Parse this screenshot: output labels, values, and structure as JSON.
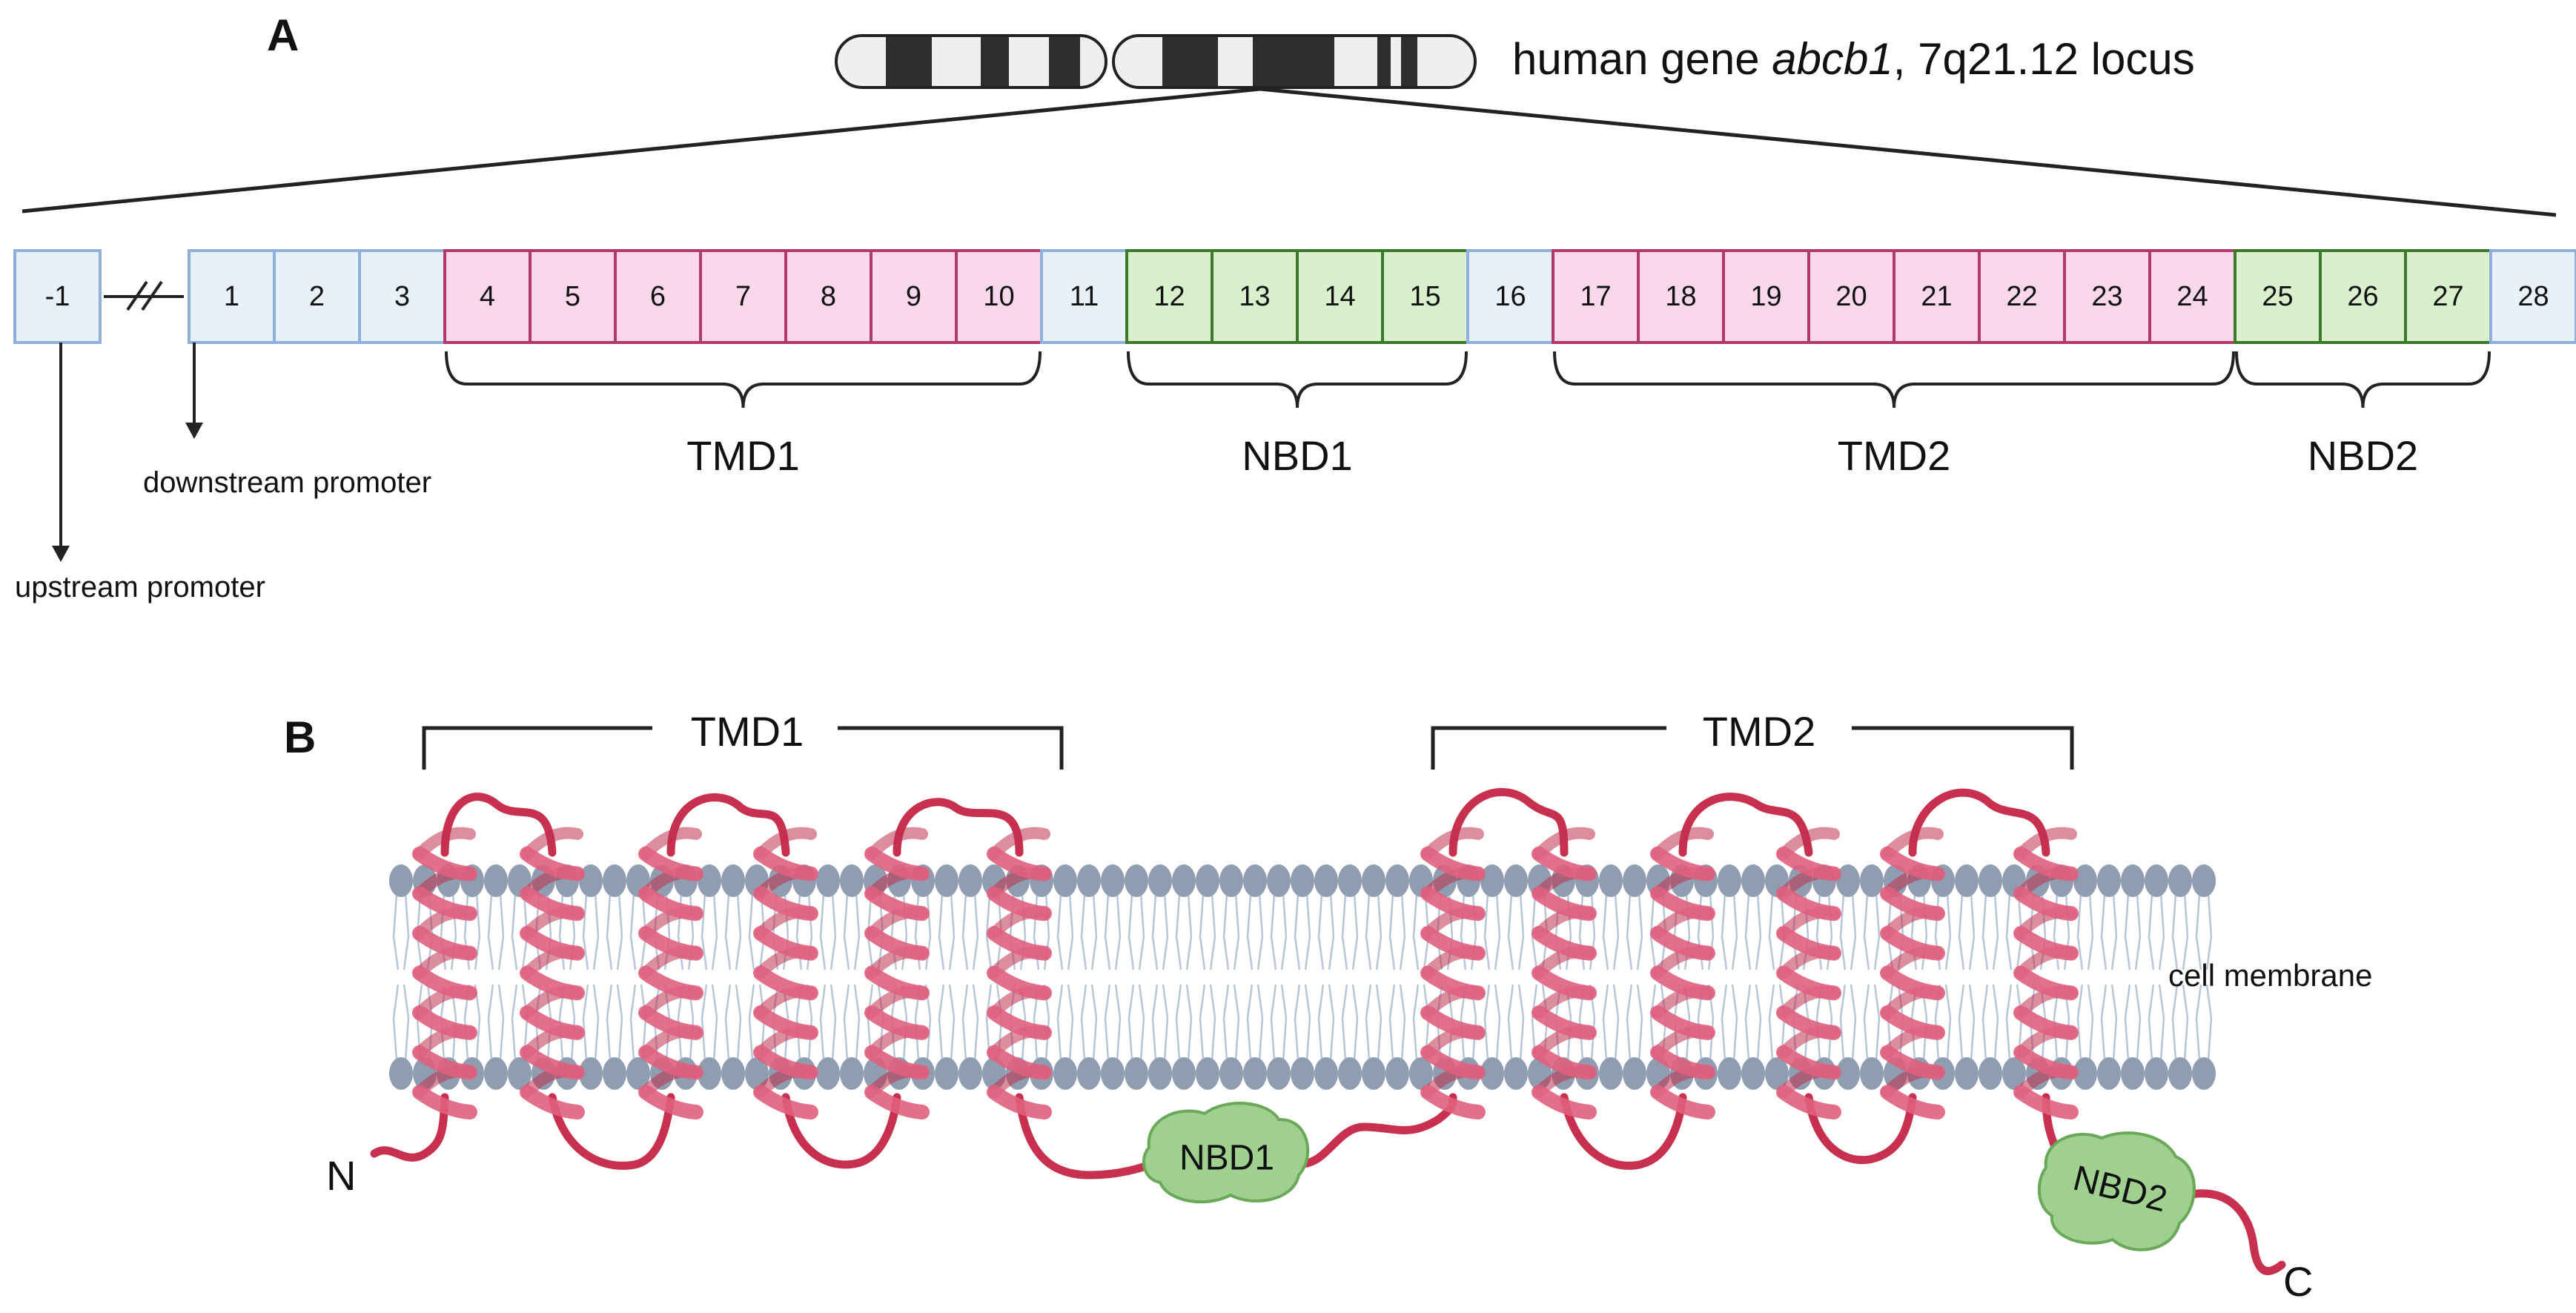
{
  "panel_a": {
    "letter": "A",
    "locus_prefix": "human gene ",
    "gene_italic": "abcb1",
    "locus_suffix": ", 7q21.12 locus",
    "exons": [
      {
        "label": "-1",
        "type": "other"
      },
      {
        "label": "1",
        "type": "other"
      },
      {
        "label": "2",
        "type": "other"
      },
      {
        "label": "3",
        "type": "other"
      },
      {
        "label": "4",
        "type": "tmd"
      },
      {
        "label": "5",
        "type": "tmd"
      },
      {
        "label": "6",
        "type": "tmd"
      },
      {
        "label": "7",
        "type": "tmd"
      },
      {
        "label": "8",
        "type": "tmd"
      },
      {
        "label": "9",
        "type": "tmd"
      },
      {
        "label": "10",
        "type": "tmd"
      },
      {
        "label": "11",
        "type": "other"
      },
      {
        "label": "12",
        "type": "nbd"
      },
      {
        "label": "13",
        "type": "nbd"
      },
      {
        "label": "14",
        "type": "nbd"
      },
      {
        "label": "15",
        "type": "nbd"
      },
      {
        "label": "16",
        "type": "other"
      },
      {
        "label": "17",
        "type": "tmd"
      },
      {
        "label": "18",
        "type": "tmd"
      },
      {
        "label": "19",
        "type": "tmd"
      },
      {
        "label": "20",
        "type": "tmd"
      },
      {
        "label": "21",
        "type": "tmd"
      },
      {
        "label": "22",
        "type": "tmd"
      },
      {
        "label": "23",
        "type": "tmd"
      },
      {
        "label": "24",
        "type": "tmd"
      },
      {
        "label": "25",
        "type": "nbd"
      },
      {
        "label": "26",
        "type": "nbd"
      },
      {
        "label": "27",
        "type": "nbd"
      },
      {
        "label": "28",
        "type": "other"
      }
    ],
    "domains": [
      {
        "label": "TMD1",
        "from": "4",
        "to": "10"
      },
      {
        "label": "NBD1",
        "from": "12",
        "to": "15"
      },
      {
        "label": "TMD2",
        "from": "17",
        "to": "24"
      },
      {
        "label": "NBD2",
        "from": "25",
        "to": "27"
      }
    ],
    "downstream_promoter": "downstream promoter",
    "upstream_promoter": "upstream promoter"
  },
  "panel_b": {
    "letter": "B",
    "tmd1_label": "TMD1",
    "tmd2_label": "TMD2",
    "nbd1_label": "NBD1",
    "nbd2_label": "NBD2",
    "n_terminus": "N",
    "c_terminus": "C",
    "membrane_label": "cell membrane"
  },
  "colors": {
    "other_fill": "#e8f0fa",
    "other_stroke": "#8fb0dc",
    "tmd_fill": "#f8d8ea",
    "tmd_stroke": "#b23a6b",
    "nbd_fill": "#d8f0cc",
    "nbd_stroke": "#3a7a2a",
    "helix": "#e0607e",
    "helix_dark": "#c0304f",
    "loop": "#c8304f",
    "lipid_head": "#8e9db0",
    "lipid_tail": "#b8c6da",
    "nbd_blob": "#9fd08f",
    "nbd_blob_stroke": "#6aa85a"
  }
}
